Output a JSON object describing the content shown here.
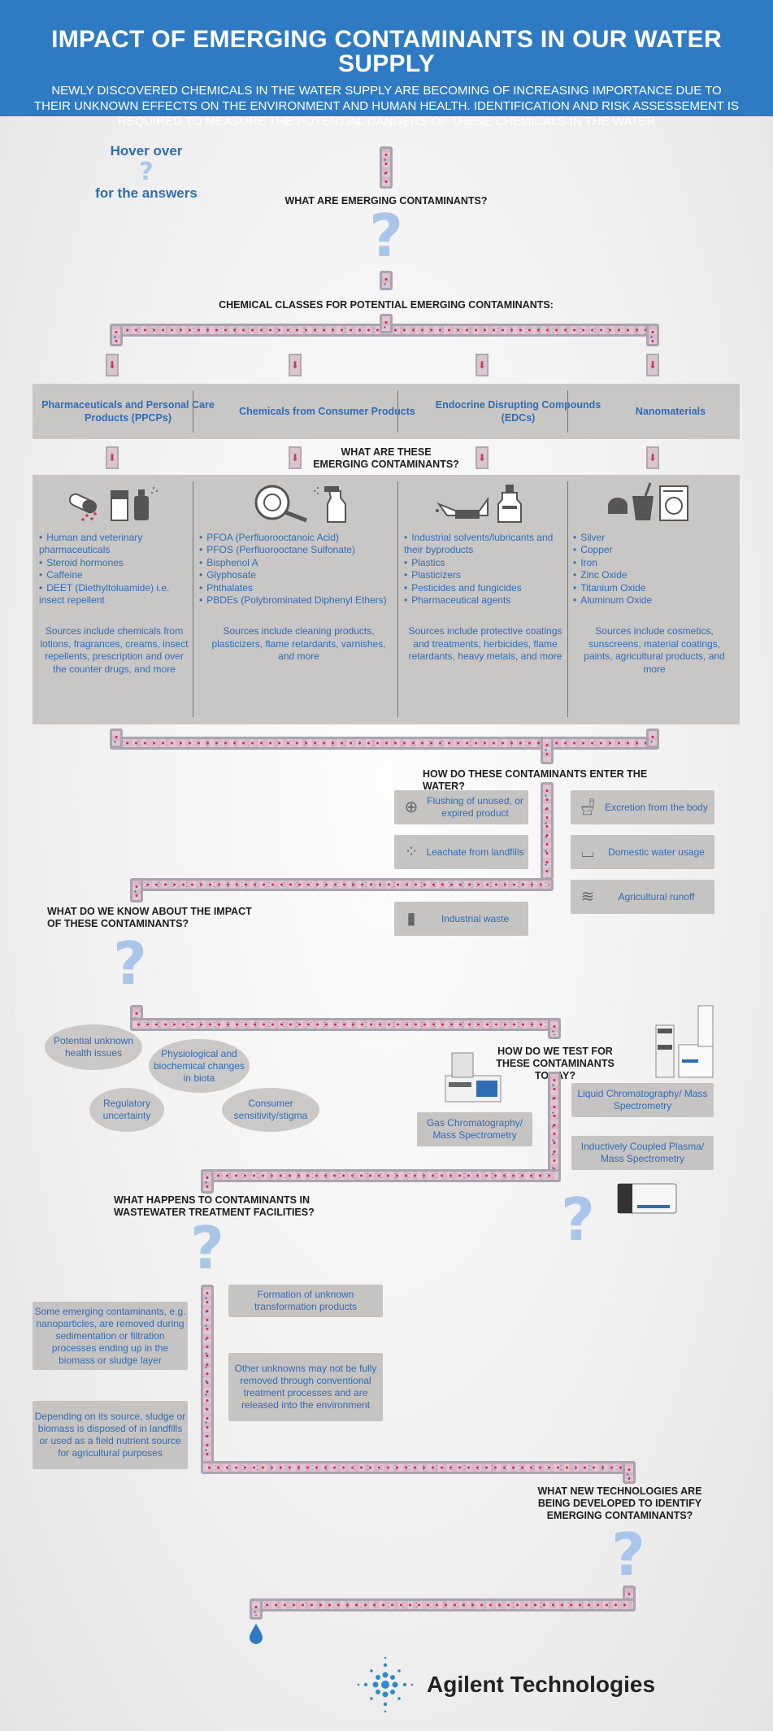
{
  "header": {
    "title": "IMPACT OF EMERGING CONTAMINANTS IN OUR WATER SUPPLY",
    "subtitle": "NEWLY DISCOVERED CHEMICALS IN THE WATER SUPPLY ARE BECOMING OF INCREASING IMPORTANCE DUE TO THEIR UNKNOWN EFFECTS ON THE ENVIRONMENT AND HUMAN HEALTH. IDENTIFICATION AND RISK ASSESSEMENT IS REQUIRED TO MEASURE THE POTENTIAL DANGERS OF THESE CHEMICALS IN THE WATER"
  },
  "hover": {
    "line1": "Hover over",
    "mark": "?",
    "line2": "for the answers"
  },
  "q": {
    "what_are": "WHAT ARE EMERGING CONTAMINANTS?",
    "classes": "CHEMICAL CLASSES FOR POTENTIAL EMERGING CONTAMINANTS:",
    "what_are_these": "WHAT ARE THESE EMERGING CONTAMINANTS?",
    "enter": "HOW DO THESE CONTAMINANTS ENTER THE WATER?",
    "impact": "WHAT DO WE KNOW ABOUT THE IMPACT OF THESE CONTAMINANTS?",
    "test": "HOW DO WE TEST FOR THESE CONTAMINANTS TODAY?",
    "wastewater": "WHAT HAPPENS TO CONTAMINANTS IN WASTEWATER TREATMENT FACILITIES?",
    "new_tech": "WHAT NEW TECHNOLOGIES ARE BEING DEVELOPED TO IDENTIFY EMERGING CONTAMINANTS?",
    "mark": "?"
  },
  "categories": [
    {
      "name": "Pharmaceuticals and Personal Care Products (PPCPs)",
      "items": [
        "Human and veterinary pharmaceuticals",
        "Steroid hormones",
        "Caffeine",
        "DEET (Diethyltoluamide) i.e. insect repellent"
      ],
      "sources": "Sources include chemicals from lotions, fragrances, creams, insect repellents, prescription and over the counter drugs, and more"
    },
    {
      "name": "Chemicals from Consumer Products",
      "items": [
        "PFOA (Perfluorooctanoic Acid)",
        "PFOS (Perfluorooctane Sulfonate)",
        "Bisphenol A",
        "Glyphosate",
        "Phthalates",
        "PBDEs (Polybrominated Diphenyl Ethers)"
      ],
      "sources": "Sources include cleaning products, plasticizers, flame retardants, varnishes, and more"
    },
    {
      "name": "Endocrine Disrupting Compounds (EDCs)",
      "items": [
        "Industrial solvents/lubricants and their byproducts",
        "Plastics",
        "Plasticizers",
        "Pesticides and fungicides",
        "Pharmaceutical agents"
      ],
      "sources": "Sources include protective coatings and treatments, herbicides, flame retardants, heavy metals, and more"
    },
    {
      "name": "Nanomaterials",
      "items": [
        "Silver",
        "Copper",
        "Iron",
        "Zinc Oxide",
        "Titanium Oxide",
        "Aluminum Oxide"
      ],
      "sources": "Sources include cosmetics, sunscreens, material coatings, paints, agricultural products, and more"
    }
  ],
  "enter_routes": {
    "flushing": "Flushing of unused, or expired product",
    "leachate": "Leachate from landfills",
    "industrial": "Industrial waste",
    "excretion": "Excretion from the body",
    "domestic": "Domestic water usage",
    "agricultural": "Agricultural runoff"
  },
  "impact": {
    "unknown_health": "Potential unknown health issues",
    "physiological": "Physiological and biochemical changes in biota",
    "regulatory": "Regulatory uncertainty",
    "consumer": "Consumer sensitivity/stigma"
  },
  "tests": {
    "gcms": "Gas Chromatography/ Mass Spectrometry",
    "lcms": "Liquid Chromatography/ Mass Spectrometry",
    "icpms": "Inductively Coupled Plasma/ Mass Spectrometry"
  },
  "wastewater": {
    "formation": "Formation of unknown transformation products",
    "other_unknowns": "Other unknowns may not be fully removed through conventional treatment processes and are released into the environment",
    "nanoparticles": "Some emerging contaminants, e.g. nanoparticles, are removed during sedimentation or filtration processes ending up in the biomass or sludge layer",
    "sludge": "Depending on its source, sludge or biomass is disposed of in landfills or used as a field nutrient source for agricultural purposes"
  },
  "footer": {
    "brand": "Agilent Technologies"
  },
  "colors": {
    "header_blue": "#2e7bc4",
    "text_blue": "#2e6db3",
    "panel_gray": "#c9c6c6",
    "question_mark": "#a9c6ea"
  }
}
